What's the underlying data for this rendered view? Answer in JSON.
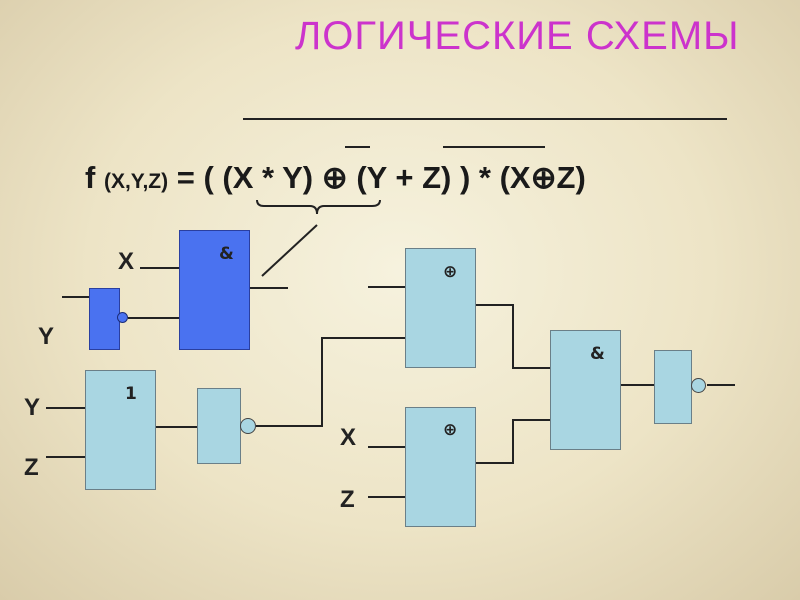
{
  "title": "ЛОГИЧЕСКИЕ СХЕМЫ",
  "formula": {
    "f": "f",
    "args": "(X,Y,Z)",
    "rhs": "= ( (X * Y) ⊕ (Y + Z) ) * (X⊕Z)"
  },
  "inputs": {
    "x_top": "X",
    "y_top": "Y",
    "y_mid": "Y",
    "z_mid": "Z",
    "x_bottom": "X",
    "z_bottom": "Z"
  },
  "gates": {
    "and_top": "&",
    "or": "1",
    "xor_top": "⊕",
    "xor_bottom": "⊕",
    "and_right": "&"
  },
  "colors": {
    "title": "#cc33cc",
    "dark_gate": "#4a72f0",
    "light_gate": "#a9d6e2"
  }
}
